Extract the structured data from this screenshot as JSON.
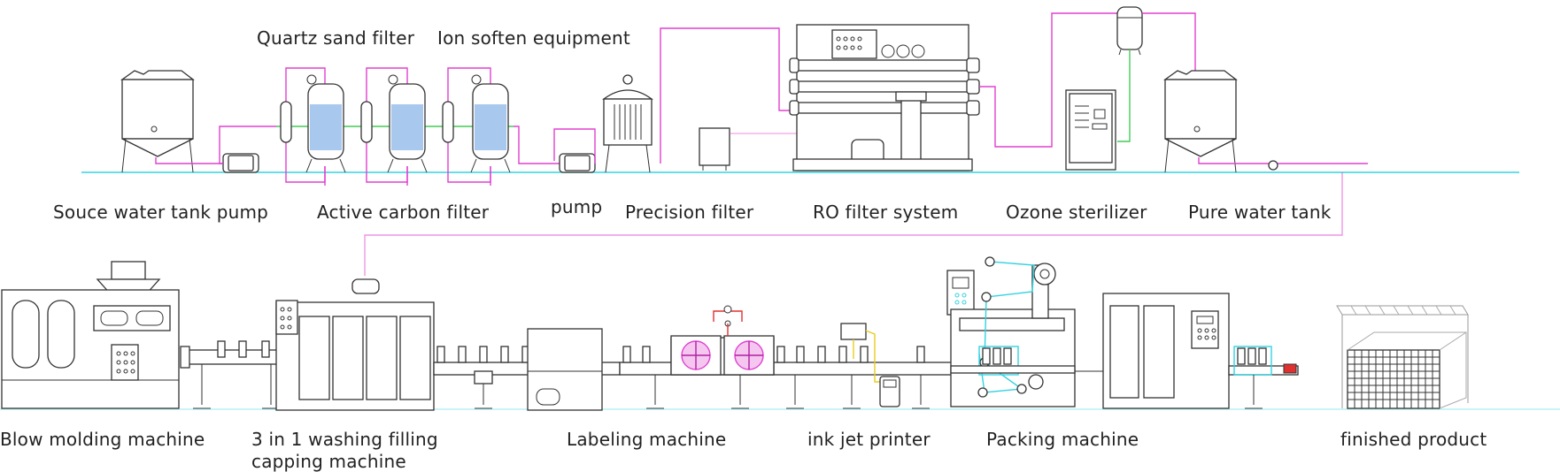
{
  "labels": {
    "quartz_sand_filter": "Quartz sand filter",
    "ion_soften_equipment": "Ion soften equipment",
    "source_water_tank_pump": "Souce water tank pump",
    "active_carbon_filter": "Active carbon filter",
    "pump": "pump",
    "precision_filter": "Precision filter",
    "ro_filter_system": "RO filter system",
    "ozone_sterilizer": "Ozone sterilizer",
    "pure_water_tank": "Pure water tank",
    "blow_molding_machine": "Blow molding machine",
    "washing_filling_line1": "3 in 1 washing filling",
    "washing_filling_line2": "capping machine",
    "labeling_machine": "Labeling machine",
    "ink_jet_printer": "ink jet printer",
    "packing_machine": "Packing machine",
    "finished_product": "finished product"
  },
  "colors": {
    "pipe_pink": "#e040d0",
    "conveyor_cyan": "#34d3e0",
    "ozone_green": "#44cc55",
    "filter_water": "#a9c8ee",
    "line_art": "#333333"
  }
}
